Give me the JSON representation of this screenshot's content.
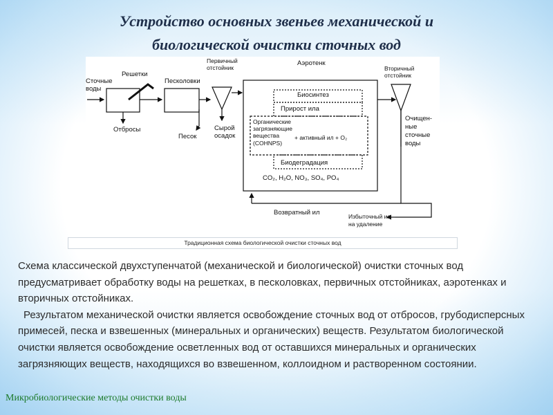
{
  "title_line1": "Устройство основных звеньев механической и",
  "title_line2": "биологической очистки сточных вод",
  "diagram": {
    "stochnye_1": "Сточные",
    "stochnye_2": "воды",
    "reshetki": "Решетки",
    "otbrosy": "Отбросы",
    "peskolovki": "Песколовки",
    "pesok": "Песок",
    "perv_otst_1": "Первичный",
    "perv_otst_2": "отстойник",
    "syroy_1": "Сырой",
    "syroy_2": "осадок",
    "aerotenk": "Аэротенк",
    "vtor_otst_1": "Вторичный",
    "vtor_otst_2": "отстойник",
    "ochish_1": "Очищен-",
    "ochish_2": "ные",
    "ochish_3": "сточные",
    "ochish_4": "воды",
    "biosintez": "Биосинтез",
    "prirost": "Прирост ила",
    "org_1": "Органические",
    "org_2": "загрязняющие",
    "org_3": "вещества",
    "org_4": "(COHNPS)",
    "active": "+ активный ил + O₂",
    "biodegr": "Биодеградация",
    "products": "CO₂, H₂O, NO₃, SO₄, PO₄",
    "vozvratny": "Возвратный ил",
    "izbyt_1": "Избыточный ил",
    "izbyt_2": "на удаление"
  },
  "caption": "Традиционная схема биологической очистки сточных вод",
  "paragraph1": "Схема классической двухступенчатой (механической и биологической) очистки сточных вод предусматривает обработку воды на решетках, в песколовках, первичных отстойниках, аэротенках и вторичных отстойниках.",
  "paragraph2": "Результатом механической очистки является освобождение сточных вод от отбросов, грубодисперсных примесей, песка и взвешенных (минеральных и органических) веществ. Результатом биологической очистки является освобождение осветленных вод от оставшихся минеральных и органических загрязняющих веществ, находящихся во взвешенном, коллоидном и растворенном состоянии.",
  "footer": "Микробиологические методы очистки воды"
}
